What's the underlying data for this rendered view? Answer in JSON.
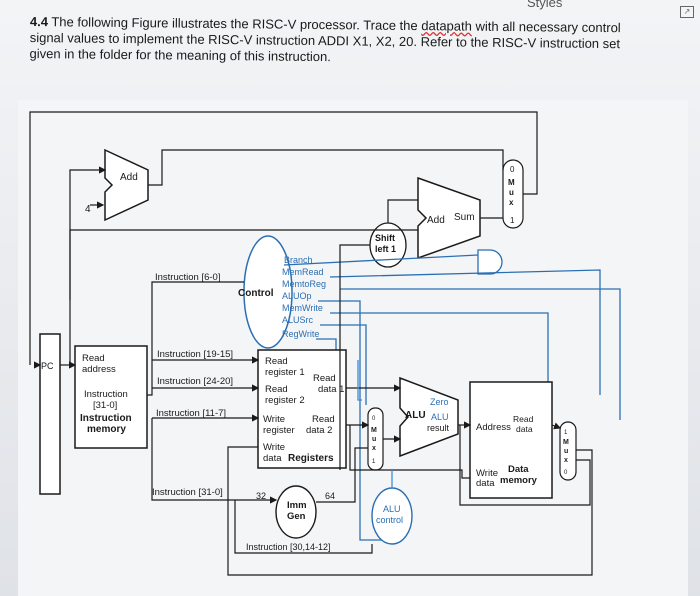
{
  "header": {
    "styles_label": "Styles"
  },
  "question": {
    "number": "4.4",
    "text_before": " The following Figure illustrates the RISC-V processor. Trace the ",
    "datapath_word": "datapath",
    "text_after": " with all necessary control signal values to implement the RISC-V instruction ADDI X1, X2, 20. Refer to the RISC-V instruction set given in the folder for the meaning of this instruction."
  },
  "diagram": {
    "pc": "PC",
    "pc_const": "4",
    "add_top": "Add",
    "add_sum": "Add",
    "sum": "Sum",
    "shift_line1": "Shift",
    "shift_line2": "left 1",
    "imem_read1": "Read",
    "imem_read2": "address",
    "imem_instr1": "Instruction",
    "imem_instr2": "[31-0]",
    "imem_name1": "Instruction",
    "imem_name2": "memory",
    "instr_6_0": "Instruction [6-0]",
    "instr_19_15": "Instruction [19-15]",
    "instr_24_20": "Instruction [24-20]",
    "instr_11_7": "Instruction [11-7]",
    "instr_31_0": "Instruction [31-0]",
    "instr_30_14_12": "Instruction [30,14-12]",
    "control": "Control",
    "control_signals": [
      "Branch",
      "MemRead",
      "MemtoReg",
      "ALUOp",
      "MemWrite",
      "ALUSrc",
      "RegWrite"
    ],
    "reg_read1a": "Read",
    "reg_read1b": "register 1",
    "reg_read2a": "Read",
    "reg_read2b": "register 2",
    "reg_write_a": "Write",
    "reg_write_b": "register",
    "reg_data1a": "Read",
    "reg_data1b": "data 1",
    "reg_data2a": "Read",
    "reg_data2b": "data 2",
    "reg_wdata_a": "Write",
    "reg_wdata_b": "data",
    "registers": "Registers",
    "imm_a": "Imm",
    "imm_b": "Gen",
    "bits_32": "32",
    "bits_64": "64",
    "alu": "ALU",
    "zero": "Zero",
    "alu_result_a": "ALU",
    "alu_result_b": "result",
    "alu_ctrl_a": "ALU",
    "alu_ctrl_b": "control",
    "dmem_address": "Address",
    "dmem_read_a": "Read",
    "dmem_read_b": "data",
    "dmem_write_a": "Write",
    "dmem_write_b": "data",
    "dmem_name_a": "Data",
    "dmem_name_b": "memory",
    "mux_letters": [
      "M",
      "u",
      "x"
    ],
    "mux_zero": "0",
    "mux_one": "1"
  }
}
